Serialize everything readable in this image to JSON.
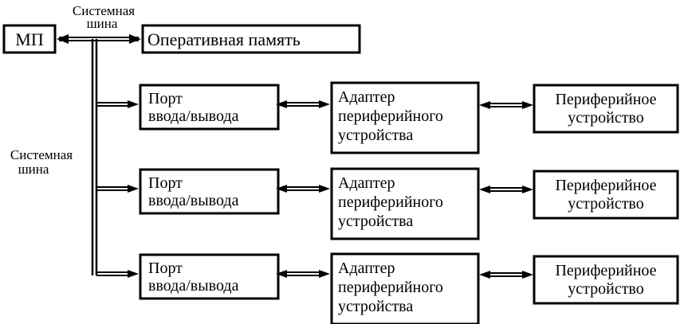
{
  "labels": {
    "bus_top_line1": "Системная",
    "bus_top_line2": "шина",
    "bus_left_line1": "Системная",
    "bus_left_line2": "шина"
  },
  "nodes": {
    "mp": "МП",
    "ram": "Оперативная память"
  },
  "rows": [
    {
      "port": [
        "Порт",
        "ввода/вывода"
      ],
      "adapter": [
        "Адаптер",
        "периферийного",
        "устройства"
      ],
      "device": [
        "Периферийное",
        "устройство"
      ]
    },
    {
      "port": [
        "Порт",
        "ввода/вывода"
      ],
      "adapter": [
        "Адаптер",
        "периферийного",
        "устройства"
      ],
      "device": [
        "Периферийное",
        "устройство"
      ]
    },
    {
      "port": [
        "Порт",
        "ввода/вывода"
      ],
      "adapter": [
        "Адаптер",
        "периферийного",
        "устройства"
      ],
      "device": [
        "Периферийное",
        "устройство"
      ]
    }
  ]
}
